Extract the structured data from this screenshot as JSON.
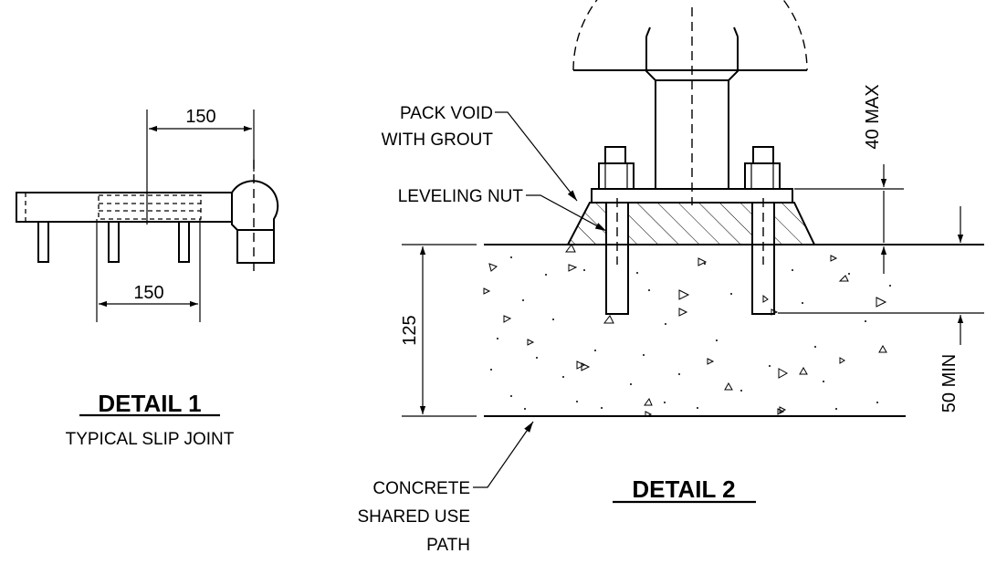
{
  "detail1": {
    "title": "DETAIL 1",
    "subtitle": "TYPICAL SLIP JOINT",
    "dim_top": "150",
    "dim_bottom": "150"
  },
  "detail2": {
    "title": "DETAIL 2",
    "label_pack_void_line1": "PACK VOID",
    "label_pack_void_line2": "WITH GROUT",
    "label_leveling_nut": "LEVELING NUT",
    "label_concrete_line1": "CONCRETE",
    "label_concrete_line2": "SHARED USE",
    "label_concrete_line3": "PATH",
    "dim_depth": "125",
    "dim_grout_max": "40 MAX",
    "dim_embed_min": "50 MIN"
  }
}
